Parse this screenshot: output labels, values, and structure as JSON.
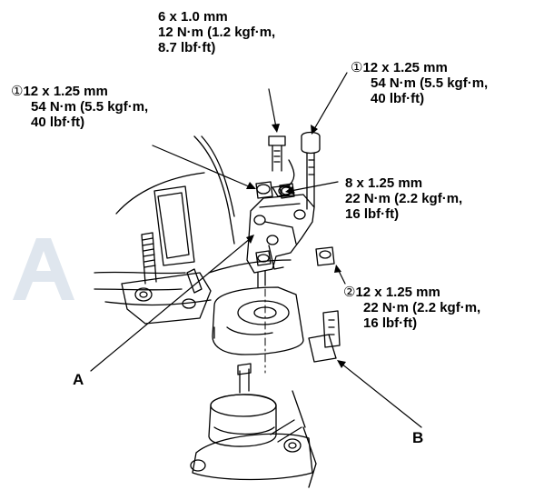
{
  "callouts": {
    "c1": {
      "lines": [
        "6 x 1.0 mm",
        "12 N·m (1.2 kgf·m,",
        "8.7 lbf·ft)"
      ]
    },
    "c2": {
      "marker": "①",
      "lines": [
        "12 x 1.25 mm",
        "54 N·m (5.5 kgf·m,",
        "40 lbf·ft)"
      ]
    },
    "c3": {
      "marker": "①",
      "lines": [
        "12 x 1.25 mm",
        "54 N·m (5.5 kgf·m,",
        "40 lbf·ft)"
      ]
    },
    "c4": {
      "lines": [
        "8 x 1.25 mm",
        "22 N·m (2.2 kgf·m,",
        "16 lbf·ft)"
      ]
    },
    "c5": {
      "marker": "②",
      "lines": [
        "12 x 1.25 mm",
        "22 N·m (2.2 kgf·m,",
        "16 lbf·ft)"
      ]
    }
  },
  "labels": {
    "a": "A",
    "b": "B"
  },
  "colors": {
    "ink": "#000000",
    "watermark": "#dfe6ee"
  }
}
